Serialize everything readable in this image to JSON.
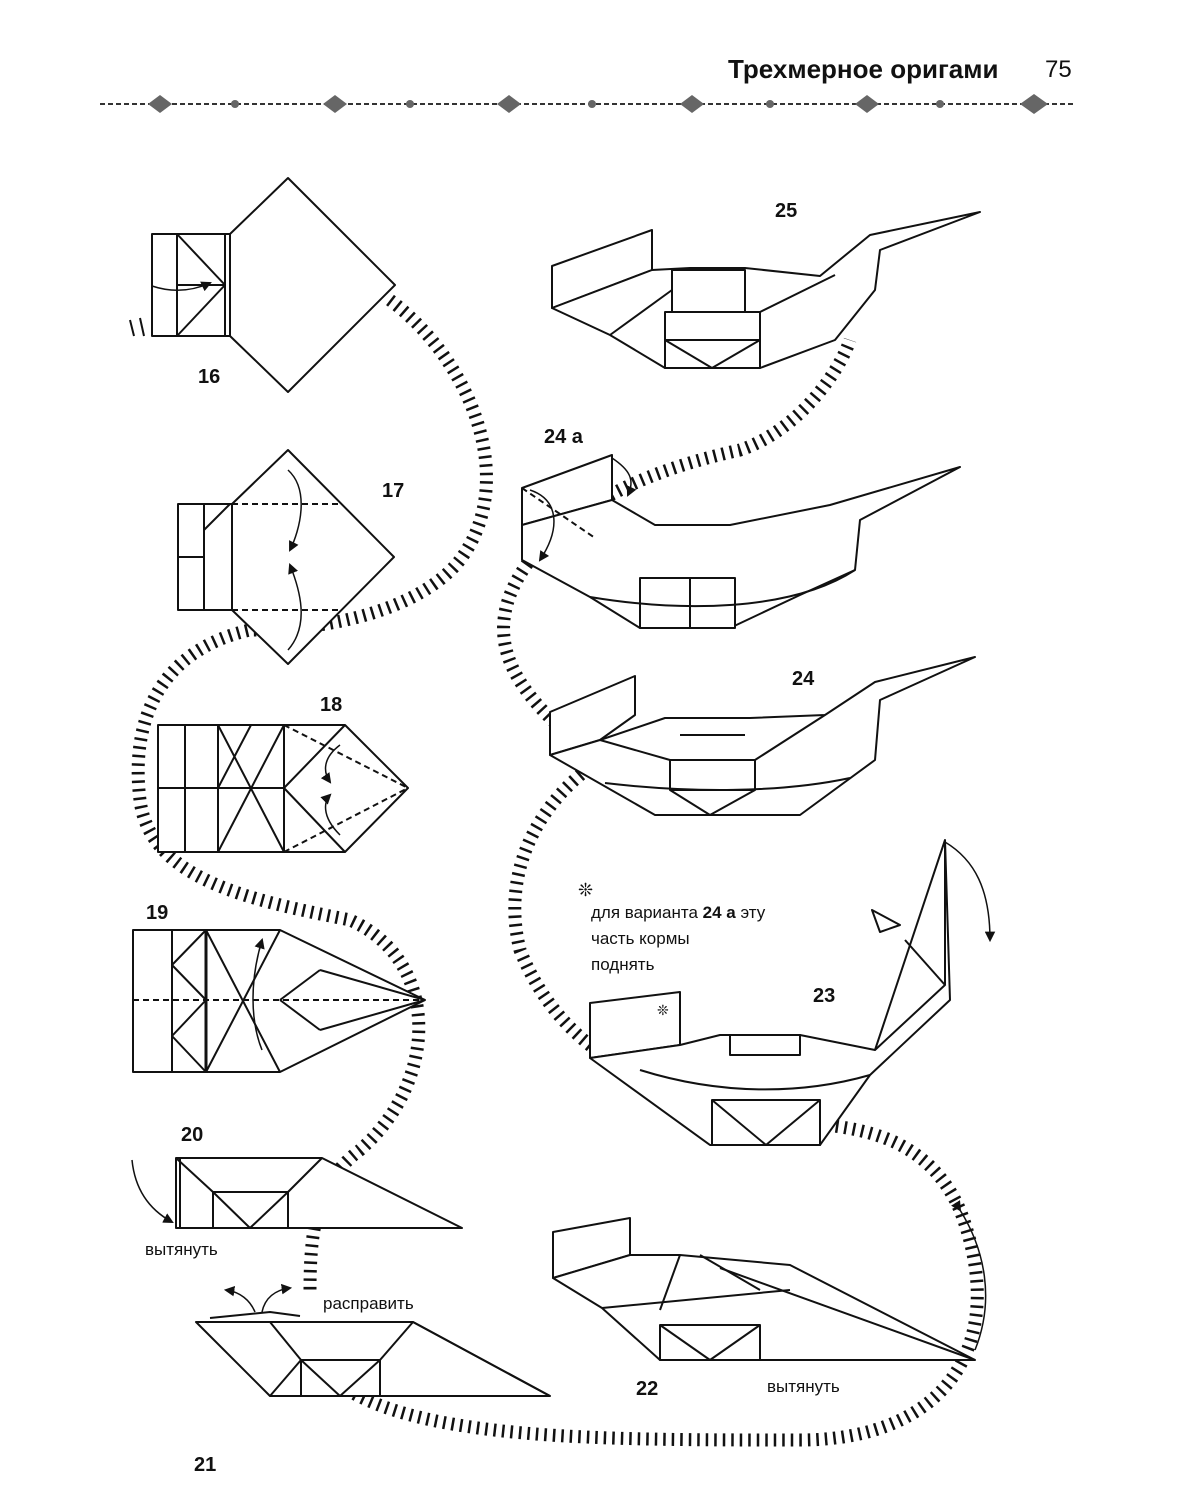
{
  "header": {
    "title": "Трехмерное оригами",
    "page_number": "75"
  },
  "steps": {
    "s16": "16",
    "s17": "17",
    "s18": "18",
    "s19": "19",
    "s20": "20",
    "s21": "21",
    "s22": "22",
    "s23": "23",
    "s24": "24",
    "s24a": "24 а",
    "s25": "25"
  },
  "actions": {
    "pull_out_20": "вытянуть",
    "spread_21": "расправить",
    "pull_out_22": "вытянуть"
  },
  "note": {
    "marker": "❊",
    "line1_prefix": "для варианта ",
    "line1_bold": "24 а",
    "line1_suffix": " эту",
    "line2": "часть кормы",
    "line3": "поднять"
  }
}
